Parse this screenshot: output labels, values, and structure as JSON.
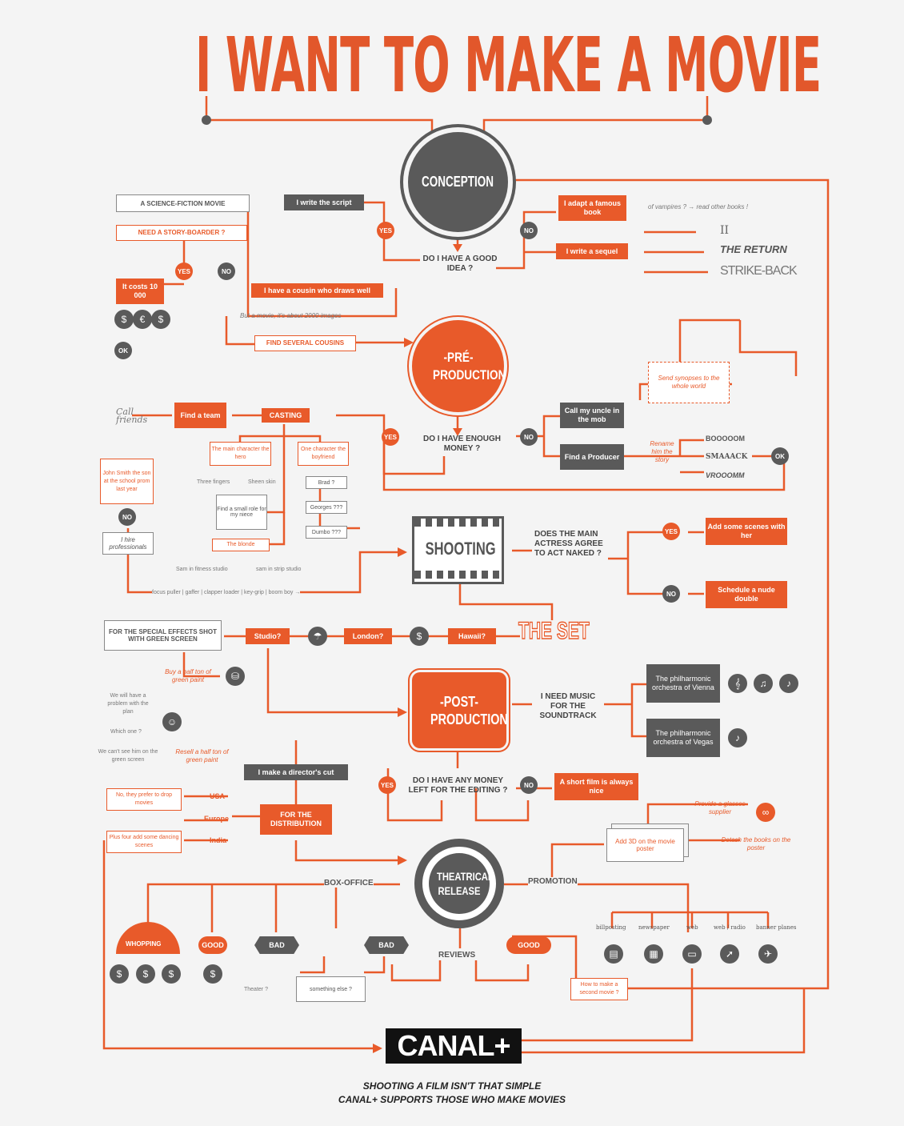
{
  "title": "I WANT TO MAKE A MOVIE",
  "stages": {
    "conception": "CONCEPTION",
    "pre_production": "-PRÉ- PRODUCTION",
    "shooting": "SHOOTING",
    "post_production": "-POST- PRODUCTION",
    "theatrical_release": "THEATRICAL RELEASE",
    "the_set": "THE SET"
  },
  "conception": {
    "scifi": "A SCIENCE-FICTION MOVIE",
    "write_script": "I write the script",
    "need_storyboarder": "NEED A STORY-BOARDER ?",
    "yes": "YES",
    "no": "NO",
    "it_costs": "It costs 10 000",
    "ok": "OK",
    "cousin": "I have a cousin who draws well",
    "but_a_movie": "But a movie, it's about 2000 images",
    "find_cousins": "FIND SEVERAL COUSINS",
    "good_idea": "DO I HAVE A GOOD IDEA ?",
    "adapt_book": "I adapt a famous book",
    "write_sequel": "I write a sequel",
    "vampires": "of vampires ? → read other books !",
    "sequel_ii": "II",
    "sequel_return": "THE RETURN",
    "sequel_strike": "STRIKE-BACK"
  },
  "pre": {
    "call_friends": "Call friends",
    "find_team": "Find a team",
    "casting": "CASTING",
    "enough_money": "DO I HAVE ENOUGH MONEY ?",
    "call_uncle": "Call my uncle in the mob",
    "find_producer": "Find a Producer",
    "send_synopses": "Send synopses to the whole world",
    "rename": "Rename him the story",
    "bang1": "BOOOOOM",
    "bang2": "SMAAACK",
    "bang3": "VROOOMM",
    "john": "John Smith the son at the school prom last year",
    "hire": "I hire professionals",
    "main_char": "The main character the hero",
    "one_char": "One character the boyfriend",
    "three_fingers": "Three fingers",
    "sheen_skin": "Sheen skin",
    "small_role": "Find a small role for my niece",
    "brad": "Brad ?",
    "georges": "Georges ???",
    "dumbo": "Dumbo ???",
    "blonde": "The blonde",
    "crew": "focus puller | gaffer | clapper loader | key-grip | boom boy →",
    "sound": "Sam in fitness studio",
    "strip": "sam in strip studio"
  },
  "shooting": {
    "actress": "DOES THE MAIN ACTRESS AGREE TO ACT NAKED ?",
    "add_scenes": "Add some scenes with her",
    "body_double": "Schedule a nude double",
    "studio": "Studio?",
    "london": "London?",
    "hawaii": "Hawaii?",
    "green_screen": "FOR THE SPECIAL EFFECTS SHOT WITH GREEN SCREEN",
    "buy_green": "Buy a half ton of green paint",
    "problem": "We will have a problem with the plan",
    "which_one": "Which one ?",
    "cant_see": "We can't see him on the green screen",
    "resell": "Resell a half ton of green paint"
  },
  "post": {
    "need_music": "I NEED MUSIC FOR THE SOUNDTRACK",
    "vienna": "The philharmonic orchestra of Vienna",
    "vegas": "The philharmonic orchestra of Vegas",
    "directors_cut": "I make a director's cut",
    "money_left": "DO I HAVE ANY MONEY LEFT FOR THE EDITING ?",
    "short_film": "A short film is always nice",
    "distribution": "FOR THE DISTRIBUTION",
    "usa": "USA",
    "europe": "Europe",
    "india": "India",
    "usa_note": "No, they prefer to drop movies",
    "india_note": "Plus four add some dancing scenes"
  },
  "release": {
    "box_office": "BOX-OFFICE",
    "promotion": "PROMOTION",
    "reviews": "REVIEWS",
    "whopping": "WHOPPING",
    "good": "GOOD",
    "bad": "BAD",
    "theater": "Theater ?",
    "something_else": "something else ?",
    "how_to": "How to make a second movie ?",
    "add_3d": "Add 3D on the movie poster",
    "glasses": "Provide a glasses supplier",
    "detach": "Detach the books on the poster",
    "billposting": "billposting",
    "newspaper": "newspaper",
    "web": "web",
    "radio": "web / radio",
    "banner": "banner planes"
  },
  "footer": {
    "brand": "CANAL+",
    "line1": "SHOOTING A FILM ISN'T THAT SIMPLE",
    "line2": "CANAL+ SUPPORTS THOSE WHO MAKE MOVIES"
  },
  "colors": {
    "orange": "#e85a2a",
    "gray": "#5a5a5a",
    "bg": "#f4f4f4"
  }
}
